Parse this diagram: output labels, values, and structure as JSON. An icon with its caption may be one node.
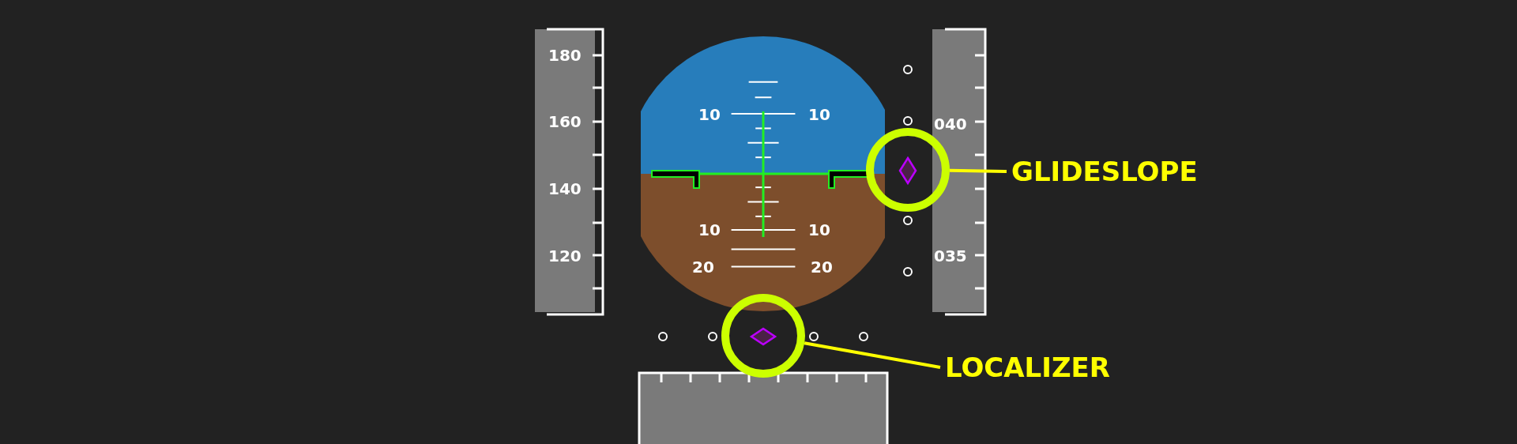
{
  "diagram": {
    "nodes": [
      {
        "text": [],
        "shape": "circle"
      },
      {
        "text": [
          "GLIDESLOPE"
        ]
      },
      {
        "text": [],
        "shape": "circle"
      },
      {
        "text": [
          "LOCALIZER"
        ]
      }
    ],
    "edges": [
      {
        "from": 1,
        "to": 0,
        "arrow": "none"
      },
      {
        "from": 3,
        "to": 2,
        "arrow": "none"
      }
    ],
    "labels": [
      "180",
      "10",
      "10",
      "160",
      "040",
      "140",
      "10",
      "10",
      "120",
      "035",
      "20",
      "20"
    ]
  }
}
